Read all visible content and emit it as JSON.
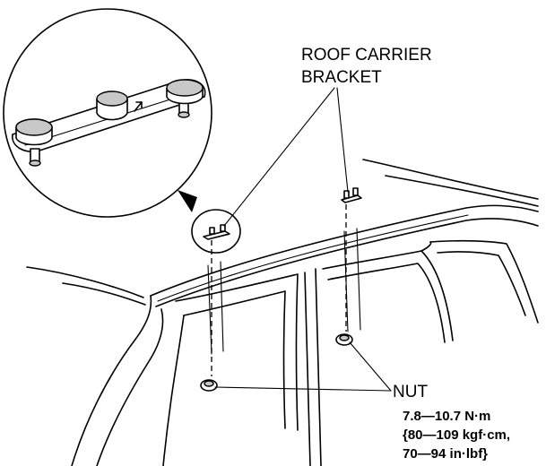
{
  "callouts": {
    "bracket_line1": "ROOF CARRIER",
    "bracket_line2": "BRACKET",
    "nut": "NUT"
  },
  "torque_spec": {
    "line1": "7.8—10.7 N·m",
    "line2": "{80—109 kgf·cm,",
    "line3": "70—94 in·lbf}"
  }
}
